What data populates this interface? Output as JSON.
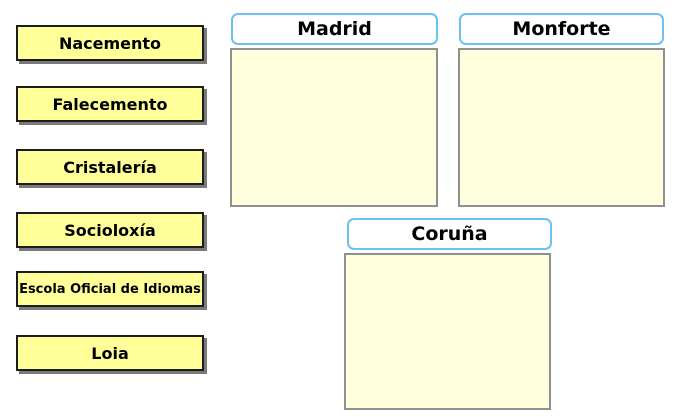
{
  "activity": {
    "type_hint": "drag-and-drop matching activity",
    "draggables": [
      {
        "label": "Nacemento"
      },
      {
        "label": "Falecemento"
      },
      {
        "label": "Cristalería"
      },
      {
        "label": "Socioloxía"
      },
      {
        "label": "Escola Oficial de Idiomas"
      },
      {
        "label": "Loia"
      }
    ],
    "dropzones": [
      {
        "title": "Madrid"
      },
      {
        "title": "Monforte"
      },
      {
        "title": "Coruña"
      }
    ]
  },
  "colors": {
    "page_background": "#ffffff",
    "tile_fill": "#ffff99",
    "tile_border": "#1c1c1c",
    "tile_shadow": "#7a7a7a",
    "zone_fill": "#fffedd",
    "zone_border": "#909090",
    "header_fill": "#ffffff",
    "header_border": "#6dc0f0",
    "text": "#000000"
  }
}
